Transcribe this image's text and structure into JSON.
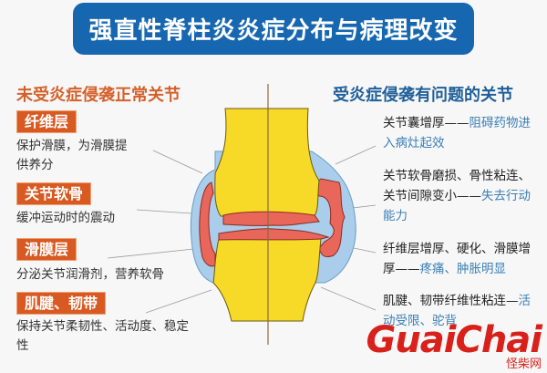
{
  "title": "强直性脊柱炎炎症分布与病理改变",
  "left": {
    "heading": "未受炎症侵袭正常关节",
    "items": [
      {
        "label": "纤维层",
        "desc": "保护滑膜，为滑膜提供养分"
      },
      {
        "label": "关节软骨",
        "desc": "缓冲运动时的震动"
      },
      {
        "label": "滑膜层",
        "desc": "分泌关节润滑剂，营养软骨"
      },
      {
        "label": "肌腱、韧带",
        "desc": " 保持关节柔韧性、活动度、稳定性"
      }
    ]
  },
  "right": {
    "heading": "受炎症侵袭有问题的关节",
    "items": [
      {
        "change": "关节囊增厚——",
        "effect": "阻碍药物进入病灶起效"
      },
      {
        "change": "关节软骨磨损、骨性粘连、关节间隙变小——",
        "effect": "失去行动能力"
      },
      {
        "change": "纤维层增厚、硬化、滑膜增厚——",
        "effect": "疼痛、肿胀明显"
      },
      {
        "change": "肌腱、韧带纤维性粘连—",
        "effect": "活动受限、驼背"
      }
    ]
  },
  "logo": {
    "main": "GuaiChai",
    "sub": "怪柴网"
  },
  "colors": {
    "title_bg": "#1767b0",
    "left_accent": "#d85a22",
    "right_accent": "#1f5f99",
    "bone": "#f7d928",
    "capsule": "#a9cdea",
    "cartilage": "#e8665a"
  }
}
